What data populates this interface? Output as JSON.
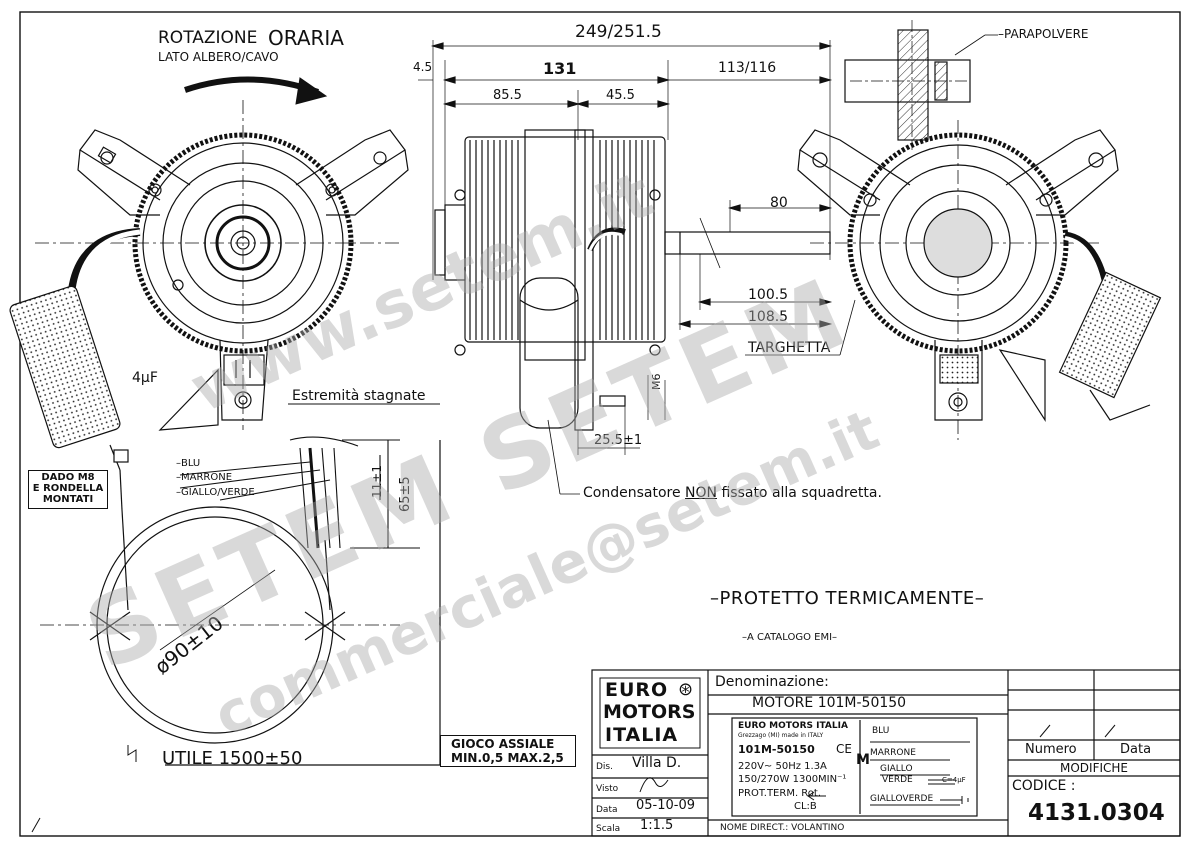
{
  "rotation": {
    "title_a": "ROTAZIONE",
    "title_b": "ORARIA",
    "subtitle": "LATO ALBERO/CAVO"
  },
  "dimensions": {
    "overall": "249/251.5",
    "d131": "131",
    "d113": "113/116",
    "d4_5": "4.5",
    "d85_5": "85.5",
    "d45_5": "45.5",
    "d80": "80",
    "d100_5": "100.5",
    "d108_5": "108.5",
    "d25_5": "25.5±1",
    "m6": "M6",
    "d11": "11±1",
    "d65": "65±5",
    "d90": "ø90±10",
    "utile": "UTILE 1500±50"
  },
  "labels": {
    "parapolvere": "PARAPOLVERE",
    "targhetta": "TARGHETTA",
    "capacitor": "4µF",
    "estremita": "Estremità stagnate",
    "dado": [
      "DADO M8",
      "E RONDELLA",
      "MONTATI"
    ],
    "wires": [
      "BLU",
      "MARRONE",
      "GIALLO/VERDE"
    ],
    "condensatore_a": "Condensatore",
    "condensatore_non": "NON",
    "condensatore_b": "fissato alla squadretta.",
    "protetto": "PROTETTO TERMICAMENTE",
    "catalogo": "A CATALOGO EMI",
    "gioco": [
      "GIOCO ASSIALE",
      "MIN.0,5  MAX.2,5"
    ]
  },
  "title_block": {
    "logo": [
      "EURO",
      "MOTORS",
      "ITALIA"
    ],
    "denominazione_label": "Denominazione:",
    "denominazione": "MOTORE 101M-50150",
    "dis_label": "Dis.",
    "dis": "Villa D.",
    "visto_label": "Visto",
    "data_label": "Data",
    "data": "05-10-09",
    "scala_label": "Scala",
    "scala": "1:1.5",
    "nome_direct": "NOME DIRECT.: VOLANTINO",
    "numero": "Numero",
    "data_col": "Data",
    "modifiche": "MODIFICHE",
    "codice_label": "CODICE :",
    "codice": "4131.0304"
  },
  "nameplate": {
    "maker": "EURO MOTORS ITALIA",
    "maker_sub": "Grezzago (MI) made in ITALY",
    "model": "101M-50150",
    "ce": "CE",
    "line1": "220V~ 50Hz   1.3A",
    "line2": "150/270W 1300MIN⁻¹",
    "line3": "PROT.TERM.  Rot.",
    "line4": "CL:B",
    "wires": [
      "BLU",
      "MARRONE",
      "GIALLO",
      "VERDE",
      "GIALLOVERDE"
    ],
    "cap": "C=4µF"
  },
  "watermark": [
    "www.setem.it",
    "SETEM SETEM",
    "commerciale@setem.it"
  ]
}
